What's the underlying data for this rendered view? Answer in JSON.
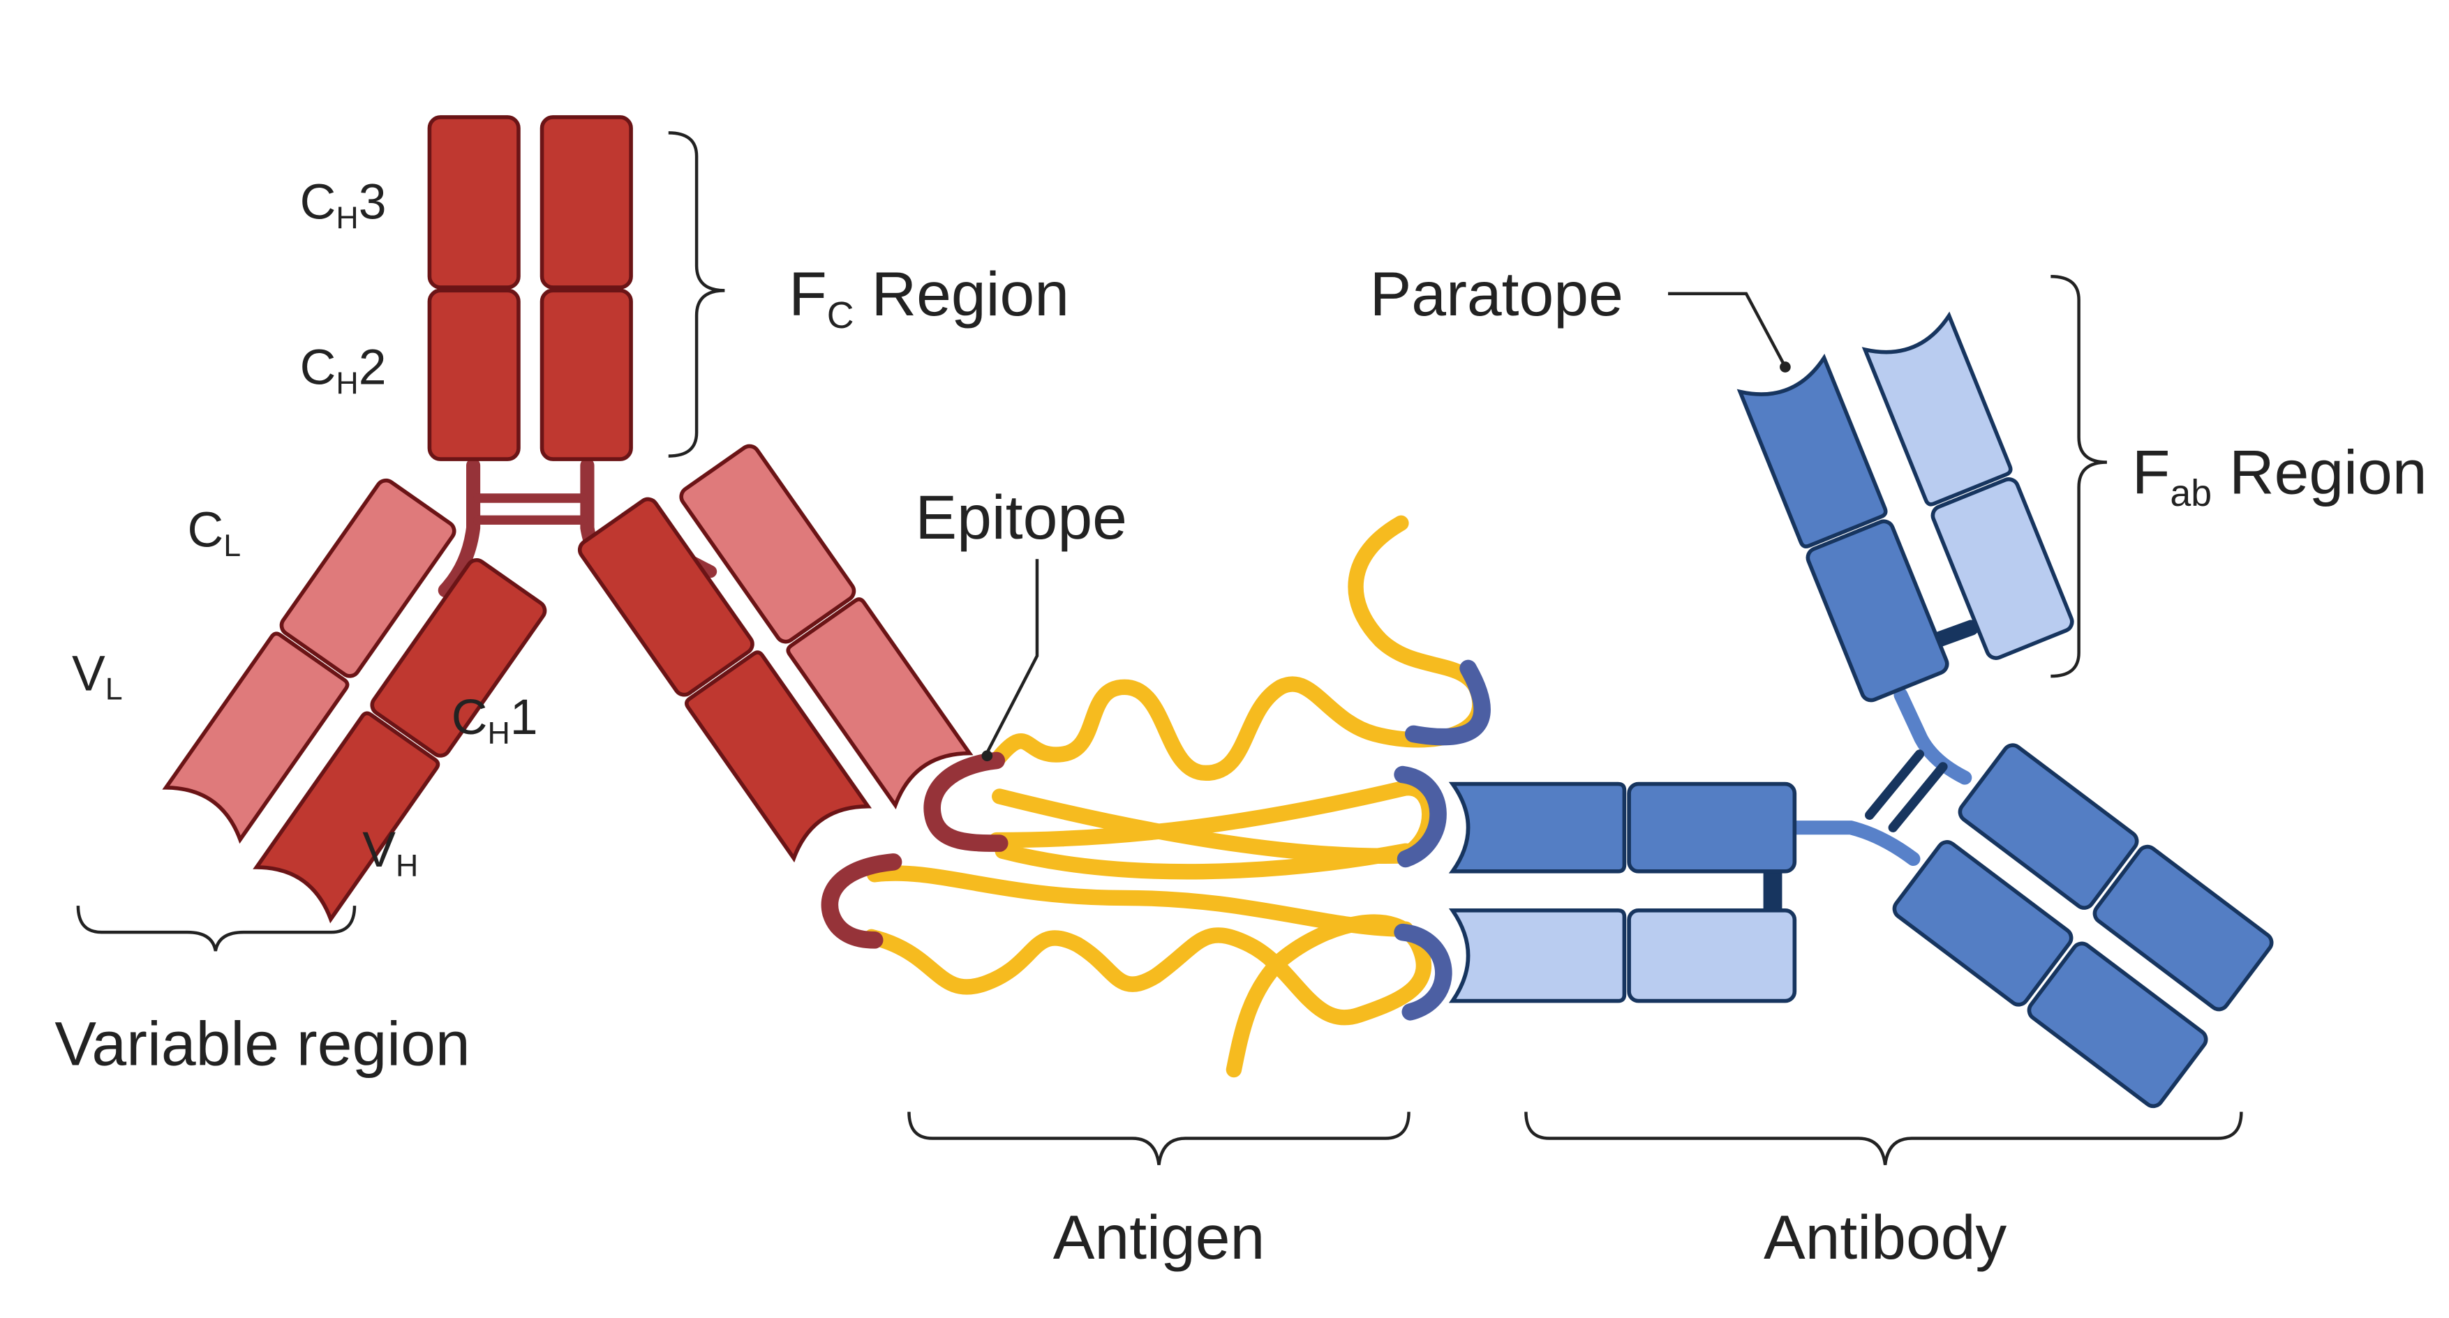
{
  "colors": {
    "heavy_red": "#BF3830",
    "light_red": "#DF7A7B",
    "red_outline": "#6B1416",
    "red_linker": "#963339",
    "heavy_blue": "#547EC4",
    "light_blue": "#B9CCF0",
    "blue_outline": "#17355F",
    "blue_linker": "#5881C9",
    "antigen": "#F6BB1F",
    "epitope": "#963339",
    "paratope_contact": "#4C5FA3",
    "bracket": "#222222"
  },
  "labels": {
    "ch3": {
      "main": "C",
      "sub": "H",
      "after": "3"
    },
    "ch2": {
      "main": "C",
      "sub": "H",
      "after": "2"
    },
    "ch1": {
      "main": "C",
      "sub": "H",
      "after": "1"
    },
    "cl": {
      "main": "C",
      "sub": "L"
    },
    "vl": {
      "main": "V",
      "sub": "L"
    },
    "vh": {
      "main": "V",
      "sub": "H"
    },
    "fc_region": {
      "main": "F",
      "sub": "C",
      "after": " Region"
    },
    "fab_region": {
      "main": "F",
      "sub": "ab",
      "after": " Region"
    },
    "variable_region": "Variable region",
    "epitope": "Epitope",
    "paratope": "Paratope",
    "antigen": "Antigen",
    "antibody": "Antibody"
  }
}
